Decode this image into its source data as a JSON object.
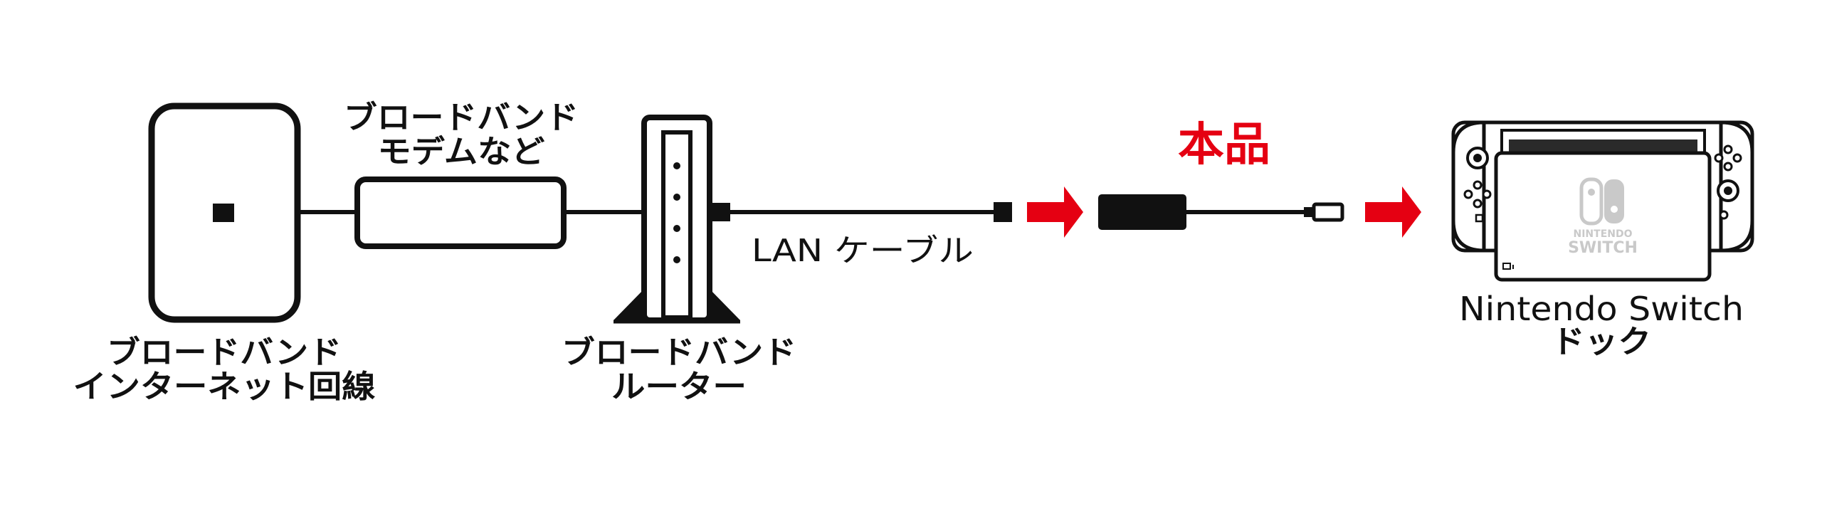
{
  "colors": {
    "ink": "#111111",
    "accent_red": "#e50012",
    "device_gray": "#c9c9c9"
  },
  "labels": {
    "internet_line_1": "ブロードバンド",
    "internet_line_2": "インターネット回線",
    "modem_1": "ブロードバンド",
    "modem_2": "モデムなど",
    "router_1": "ブロードバンド",
    "router_2": "ルーター",
    "lan_cable": "LAN ケーブル",
    "product": "本品",
    "dock_1": "Nintendo Switch",
    "dock_2": "ドック"
  },
  "dock_logo": {
    "line_1": "NINTENDO",
    "line_2": "SWITCH"
  },
  "icons": [
    "internet-wall-outlet-icon",
    "modem-icon",
    "router-icon",
    "lan-adapter-icon",
    "arrow-right-icon",
    "switch-dock-icon"
  ]
}
